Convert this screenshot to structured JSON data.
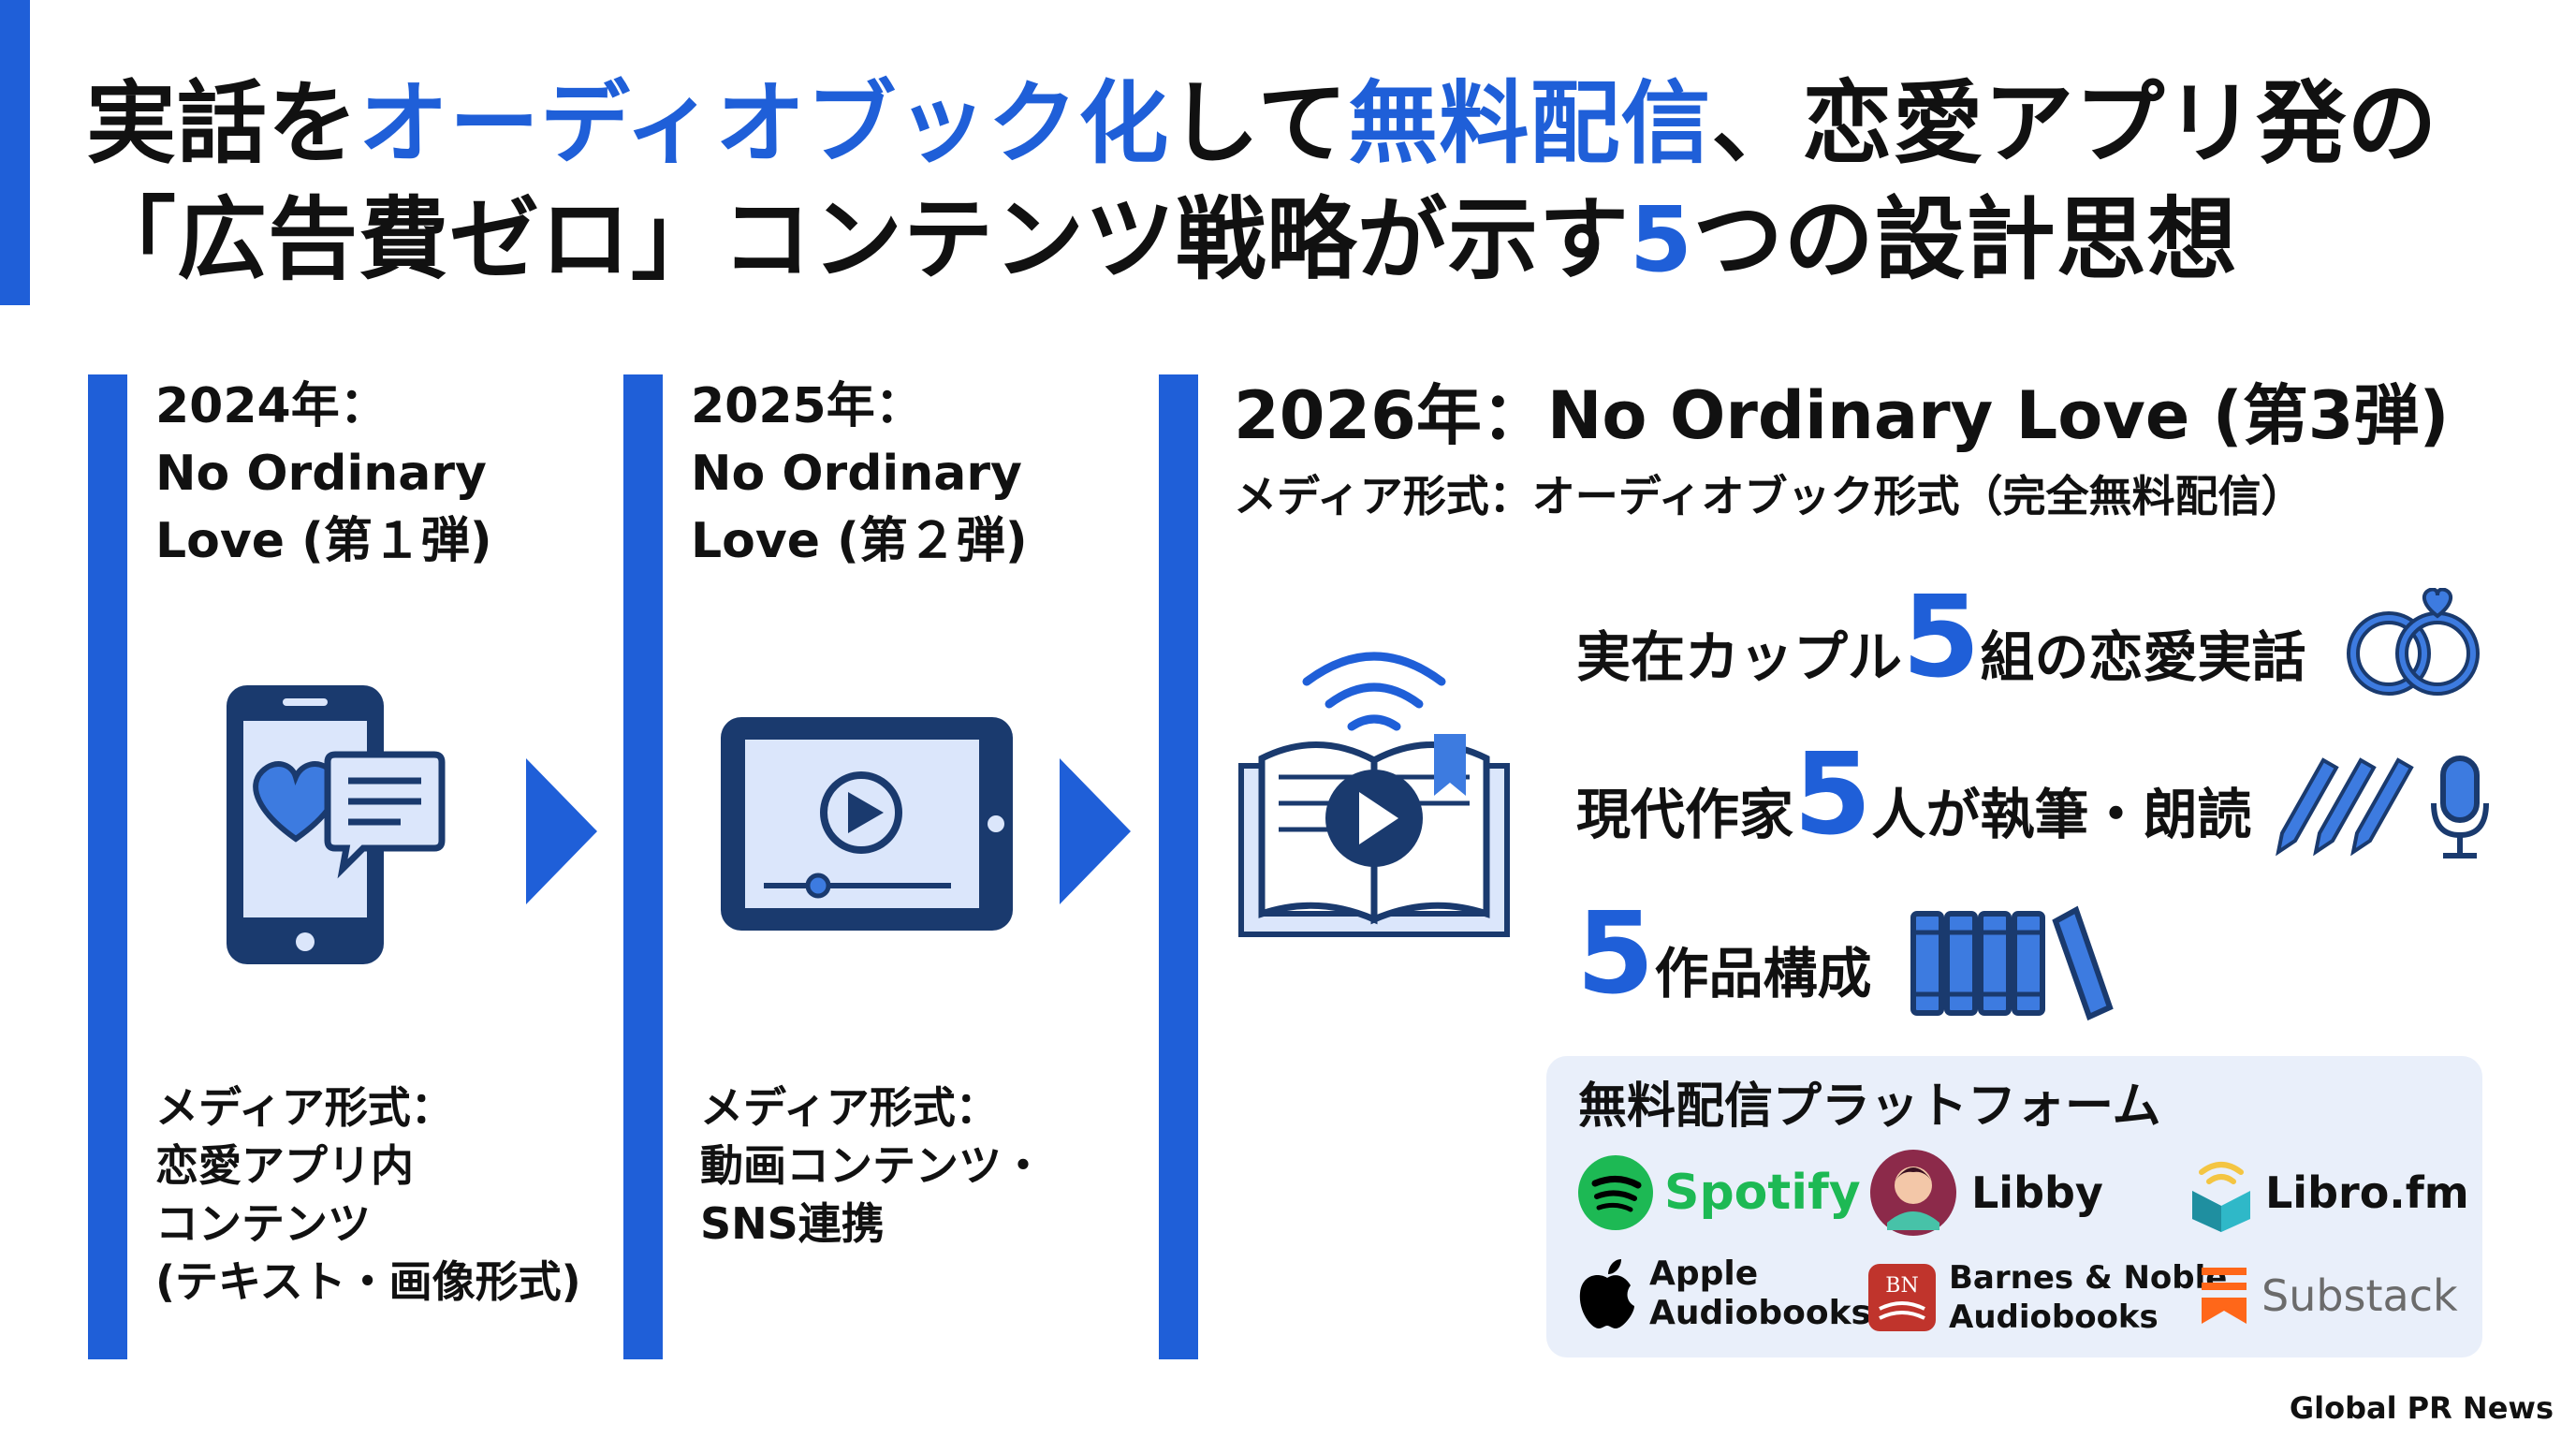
{
  "title": {
    "line1": [
      {
        "text": "実話を",
        "accent": false
      },
      {
        "text": "オーディオブック化",
        "accent": true
      },
      {
        "text": "して",
        "accent": false
      },
      {
        "text": "無料配信",
        "accent": true
      },
      {
        "text": "、恋愛アプリ発の",
        "accent": false
      }
    ],
    "line2": [
      {
        "text": "「広告費ゼロ」コンテンツ戦略が示す",
        "accent": false
      },
      {
        "text": "5",
        "accent": true
      },
      {
        "text": "つの設計思想",
        "accent": false
      }
    ]
  },
  "timeline": [
    {
      "title_lines": [
        "2024年：",
        "No Ordinary",
        "Love (第１弾)"
      ],
      "icon": "smartphone-chat-heart-icon",
      "media_lines": [
        "メディア形式：",
        "恋愛アプリ内",
        "コンテンツ",
        "(テキスト・画像形式)"
      ]
    },
    {
      "title_lines": [
        "2025年：",
        "No Ordinary",
        "Love (第２弾)"
      ],
      "icon": "tablet-video-play-icon",
      "media_lines": [
        "メディア形式：",
        "動画コンテンツ・",
        "SNS連携"
      ]
    }
  ],
  "current": {
    "title": "2026年：No Ordinary Love (第3弾)",
    "media": "メディア形式：オーディオブック形式（完全無料配信）",
    "icon": "audiobook-open-book-play-icon",
    "features": [
      {
        "prefix": "実在カップル",
        "number": "5",
        "suffix": "組の恋愛実話",
        "icon": "wedding-rings-icon"
      },
      {
        "prefix": "現代作家",
        "number": "5",
        "suffix": "人が執筆・朗読",
        "icon": "pens-microphone-icon"
      },
      {
        "prefix": "",
        "number": "5",
        "suffix": "作品構成",
        "icon": "books-icon"
      }
    ]
  },
  "platforms": {
    "title": "無料配信プラットフォーム",
    "items": [
      {
        "name": "Spotify",
        "icon": "spotify-icon",
        "color": "#1db954"
      },
      {
        "name": "Libby",
        "icon": "libby-icon",
        "color": "#8c2a4a"
      },
      {
        "name": "Libro.fm",
        "icon": "libro-fm-icon",
        "color": "#2fb8c8"
      },
      {
        "name_lines": [
          "Apple",
          "Audiobooks"
        ],
        "icon": "apple-icon",
        "color": "#000000"
      },
      {
        "name_lines": [
          "Barnes & Noble",
          "Audiobooks"
        ],
        "icon": "barnes-noble-icon",
        "color": "#c0342c"
      },
      {
        "name": "Substack",
        "icon": "substack-icon",
        "color": "#ff6719"
      }
    ]
  },
  "footer": "Global PR News",
  "colors": {
    "accent": "#1f5fd8",
    "navy": "#1a3a6e",
    "light_blue": "#dbe6fb",
    "box": "#e9effa"
  }
}
